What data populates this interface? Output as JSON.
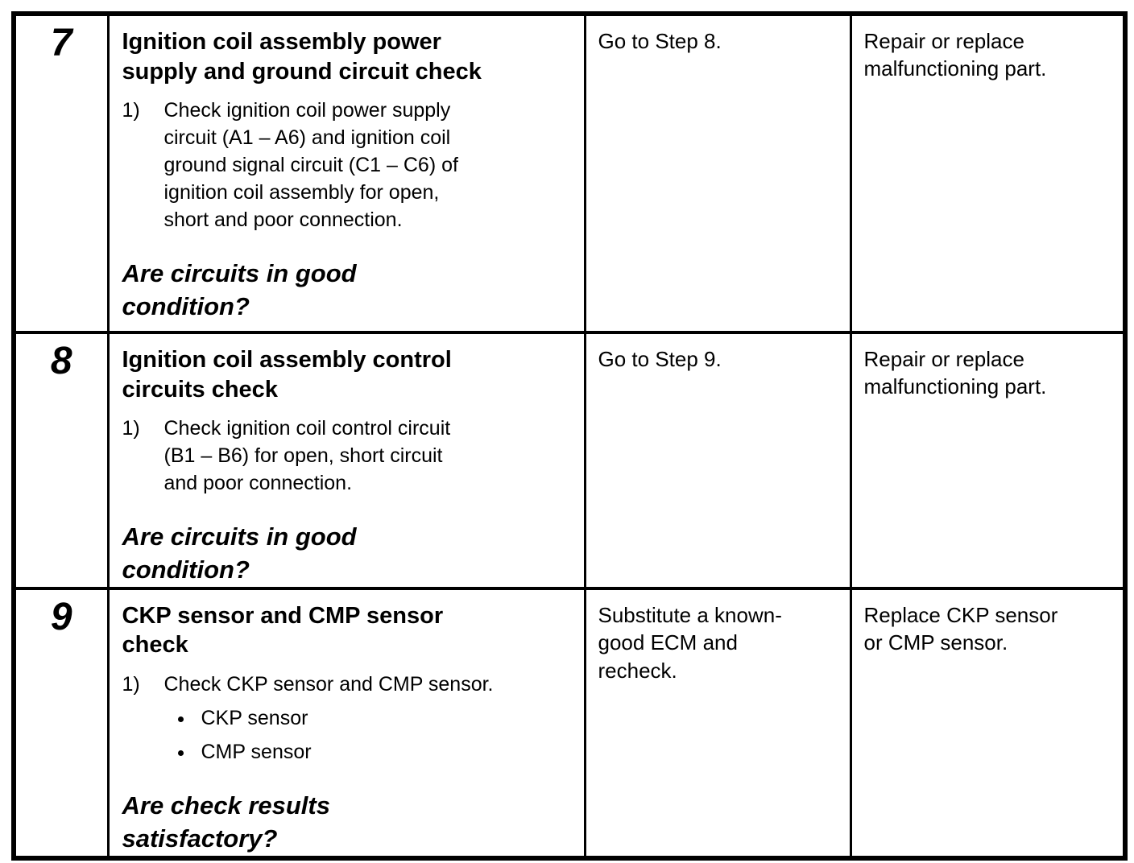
{
  "colors": {
    "background": "#ffffff",
    "text": "#000000",
    "border": "#000000"
  },
  "table": {
    "rows": [
      {
        "step": "7",
        "action": {
          "title": "Ignition coil assembly power\nsupply and ground circuit check",
          "items": [
            {
              "num": "1)",
              "text": "Check ignition coil power supply\ncircuit (A1 – A6) and ignition coil\nground signal circuit (C1 – C6) of\nignition coil assembly for open,\nshort and poor connection."
            }
          ],
          "question": "Are circuits in good\ncondition?"
        },
        "yes": "Go to Step 8.",
        "no": "Repair or replace\nmalfunctioning part."
      },
      {
        "step": "8",
        "action": {
          "title": "Ignition coil assembly control\ncircuits check",
          "items": [
            {
              "num": "1)",
              "text": "Check ignition coil control circuit\n(B1 – B6) for open, short circuit\nand poor connection."
            }
          ],
          "question": "Are circuits in good\ncondition?"
        },
        "yes": "Go to Step 9.",
        "no": "Repair or replace\nmalfunctioning part."
      },
      {
        "step": "9",
        "action": {
          "title": "CKP sensor and CMP sensor\ncheck",
          "items": [
            {
              "num": "1)",
              "text": "Check CKP sensor and CMP sensor.",
              "bullets": [
                "CKP sensor",
                "CMP sensor"
              ]
            }
          ],
          "question": "Are check results\nsatisfactory?"
        },
        "yes": "Substitute a known-\ngood ECM and\nrecheck.",
        "no": "Replace CKP sensor\nor CMP sensor."
      }
    ]
  }
}
